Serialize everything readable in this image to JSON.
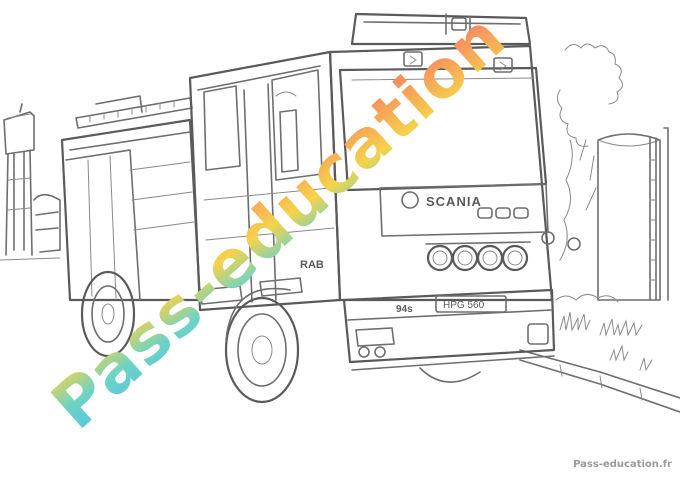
{
  "image": {
    "subject": "coloring page of a fire truck",
    "truck_brand": "SCANIA",
    "plate": "HPG 560",
    "side_number": "94s",
    "door_text": "RAB"
  },
  "watermark": {
    "text": "Pass-education",
    "gradient_colors": [
      "#4fc3e8",
      "#6ed3c4",
      "#f5d34a",
      "#f7a15a",
      "#f26d6d"
    ]
  },
  "footer": {
    "logo_text": "Pass-education.fr"
  }
}
